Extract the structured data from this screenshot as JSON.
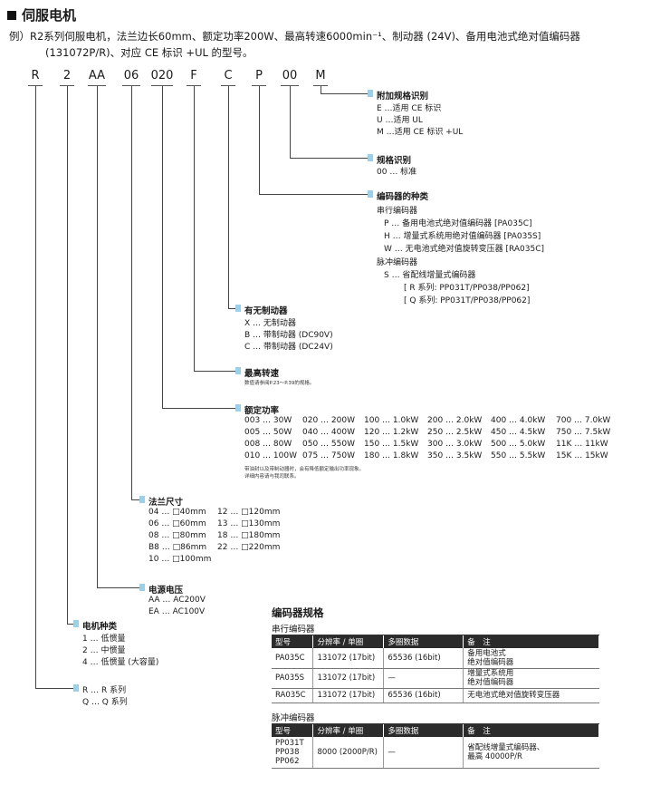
{
  "title": "伺服电机",
  "intro_line1": "例）R2系列伺服电机，法兰边长60mm、额定功率200W、最高转速6000min⁻¹、制动器 (24V)、备用电池式绝对值编码器",
  "intro_line2": "(131072P/R)、对应 CE 标识 +UL 的型号。",
  "model_code": [
    "R",
    "2",
    "AA",
    "06",
    "020",
    "F",
    "C",
    "P",
    "00",
    "M"
  ],
  "sections": {
    "option": {
      "title": "附加规格识别",
      "items": [
        "E …适用 CE 标识",
        "U …适用 UL",
        "M …适用 CE 标识 +UL"
      ]
    },
    "spec": {
      "title": "规格识别",
      "items": [
        "00 … 标准"
      ]
    },
    "encoder": {
      "title": "编码器的种类",
      "serial_title": "串行编码器",
      "serial_items": [
        "P … 备用电池式绝对值编码器 [PA035C]",
        "H … 增量式系统用绝对值编码器 [PA035S]",
        "W … 无电池式绝对值旋转变压器 [RA035C]"
      ],
      "pulse_title": "脉冲编码器",
      "pulse_items": [
        "S … 省配线增量式编码器",
        "[ R 系列: PP031T/PP038/PP062]",
        "[ Q 系列: PP031T/PP038/PP062]"
      ]
    },
    "brake": {
      "title": "有无制动器",
      "items": [
        "X … 无制动器",
        "B … 带制动器 (DC90V)",
        "C … 带制动器 (DC24V)"
      ]
    },
    "speed": {
      "title": "最高转速",
      "note": "数值请参阅P.23～P.39的规格。"
    },
    "power": {
      "title": "额定功率",
      "columns": [
        [
          "003 … 30W",
          "005 … 50W",
          "008 … 80W",
          "010 … 100W"
        ],
        [
          "020 … 200W",
          "040 … 400W",
          "050 … 550W",
          "075 … 750W"
        ],
        [
          "100 … 1.0kW",
          "120 … 1.2kW",
          "150 … 1.5kW",
          "180 … 1.8kW"
        ],
        [
          "200 … 2.0kW",
          "250 … 2.5kW",
          "300 … 3.0kW",
          "350 … 3.5kW"
        ],
        [
          "400 … 4.0kW",
          "450 … 4.5kW",
          "500 … 5.0kW",
          "550 … 5.5kW"
        ],
        [
          "700 … 7.0kW",
          "750 … 7.5kW",
          "11K … 11kW",
          "15K … 15kW"
        ]
      ],
      "note1": "带油封以及带制动器时，会有降低额定输出功率现象。",
      "note2": "详细内容请与我司联系。"
    },
    "flange": {
      "title": "法兰尺寸",
      "col1": [
        "04 … □40mm",
        "06 … □60mm",
        "08 … □80mm",
        "B8 … □86mm",
        "10 … □100mm"
      ],
      "col2": [
        "12 … □120mm",
        "13 … □130mm",
        "18 … □180mm",
        "22 … □220mm"
      ]
    },
    "voltage": {
      "title": "电源电压",
      "items": [
        "AA … AC200V",
        "EA … AC100V"
      ]
    },
    "motor": {
      "title": "电机种类",
      "items": [
        "1 … 低惯量",
        "2 … 中惯量",
        "4 … 低惯量 (大容量)"
      ]
    },
    "series": {
      "items": [
        "R … R 系列",
        "Q … Q 系列"
      ]
    }
  },
  "encoder_spec": {
    "title": "编码器规格",
    "serial_title": "串行编码器",
    "headers": [
      "型号",
      "分辨率 / 单圈",
      "多圈数据",
      "备　注"
    ],
    "serial_rows": [
      {
        "model": "PA035C",
        "res": "131072 (17bit)",
        "multi": "65536 (16bit)",
        "note1": "备用电池式",
        "note2": "绝对值编码器"
      },
      {
        "model": "PA035S",
        "res": "131072 (17bit)",
        "multi": "—",
        "note1": "增量式系统用",
        "note2": "绝对值编码器"
      },
      {
        "model": "RA035C",
        "res": "131072 (17bit)",
        "multi": "65536 (16bit)",
        "note1": "无电池式绝对值旋转变压器",
        "note2": ""
      }
    ],
    "pulse_title": "脉冲编码器",
    "pulse_row": {
      "model1": "PP031T",
      "model2": "PP038",
      "model3": "PP062",
      "res": "8000 (2000P/R)",
      "multi": "—",
      "note1": "省配线增量式编码器、",
      "note2": "最高 40000P/R"
    }
  }
}
